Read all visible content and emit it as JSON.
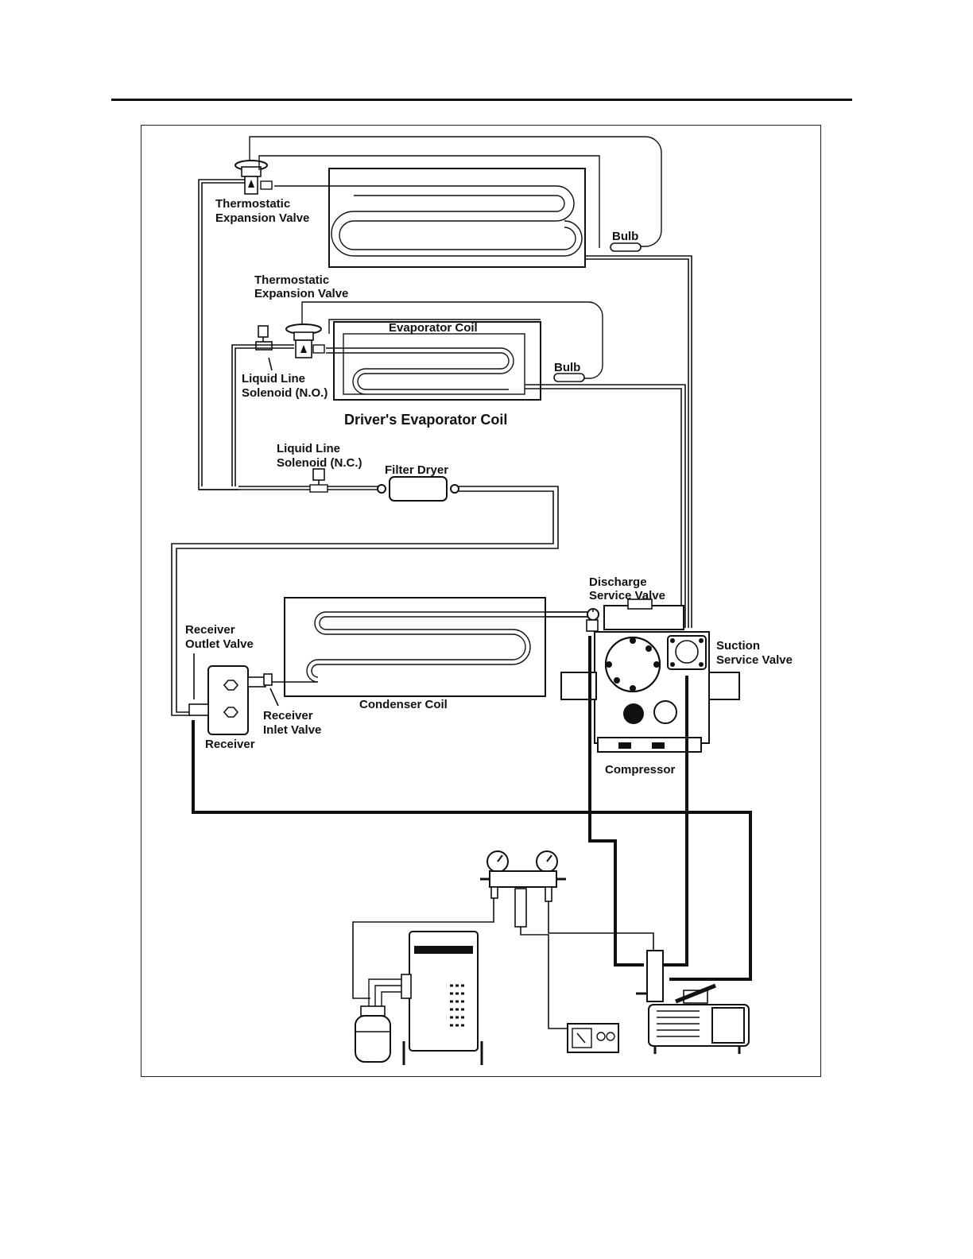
{
  "labels": {
    "tev_upper": [
      "Thermostatic",
      "Expansion Valve"
    ],
    "bulb_upper": "Bulb",
    "tev_lower": [
      "Thermostatic",
      "Expansion Valve"
    ],
    "evaporator_coil": "Evaporator Coil",
    "bulb_lower": "Bulb",
    "liquid_line_solenoid_no": [
      "Liquid Line",
      "Solenoid (N.O.)"
    ],
    "drivers_evaporator_coil": "Driver's Evaporator Coil",
    "liquid_line_solenoid_nc": [
      "Liquid Line",
      "Solenoid (N.C.)"
    ],
    "filter_dryer": "Filter Dryer",
    "discharge_service_valve": [
      "Discharge",
      "Service Valve"
    ],
    "suction_service_valve": [
      "Suction",
      "Service Valve"
    ],
    "receiver_outlet_valve": [
      "Receiver",
      "Outlet Valve"
    ],
    "receiver_inlet_valve": [
      "Receiver",
      "Inlet Valve"
    ],
    "receiver": "Receiver",
    "condenser_coil": "Condenser Coil",
    "compressor": "Compressor"
  }
}
